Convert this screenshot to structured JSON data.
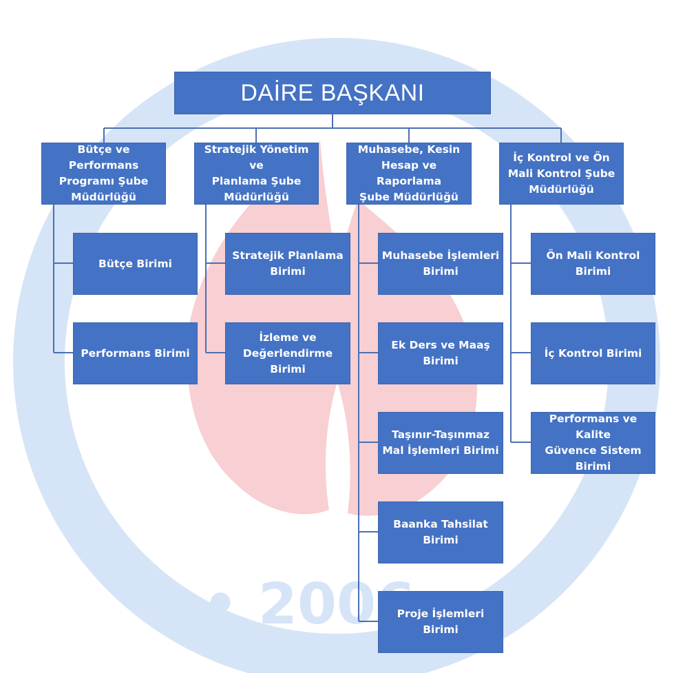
{
  "watermark": {
    "year_text": "• 2006 •",
    "colors": {
      "ring": "#d6e4f7",
      "flame": "#f8cfd2"
    }
  },
  "colors": {
    "box_fill": "#4472c4",
    "box_border": "#3a63ad",
    "box_text": "#ffffff",
    "connector": "#4a6fb2"
  },
  "top": {
    "label": "DAİRE BAŞKANI"
  },
  "departments": [
    {
      "label": "Bütçe ve Performans\nProgramı Şube\nMüdürlüğü",
      "units": [
        "Bütçe Birimi",
        "Performans Birimi"
      ]
    },
    {
      "label": "Stratejik Yönetim ve\nPlanlama Şube\nMüdürlüğü",
      "units": [
        "Stratejik Planlama\nBirimi",
        "İzleme ve\nDeğerlendirme\nBirimi"
      ]
    },
    {
      "label": "Muhasebe, Kesin\nHesap ve Raporlama\nŞube Müdürlüğü",
      "units": [
        "Muhasebe İşlemleri\nBirimi",
        "Ek Ders ve Maaş\nBirimi",
        "Taşınır-Taşınmaz\nMal İşlemleri Birimi",
        "Baanka Tahsilat\nBirimi",
        "Proje İşlemleri Birimi"
      ]
    },
    {
      "label": "İç Kontrol ve Ön\nMali Kontrol Şube\nMüdürlüğü",
      "units": [
        "Ön Mali Kontrol\nBirimi",
        "İç Kontrol Birimi",
        "Performans ve Kalite\nGüvence Sistem\nBirimi"
      ]
    }
  ]
}
